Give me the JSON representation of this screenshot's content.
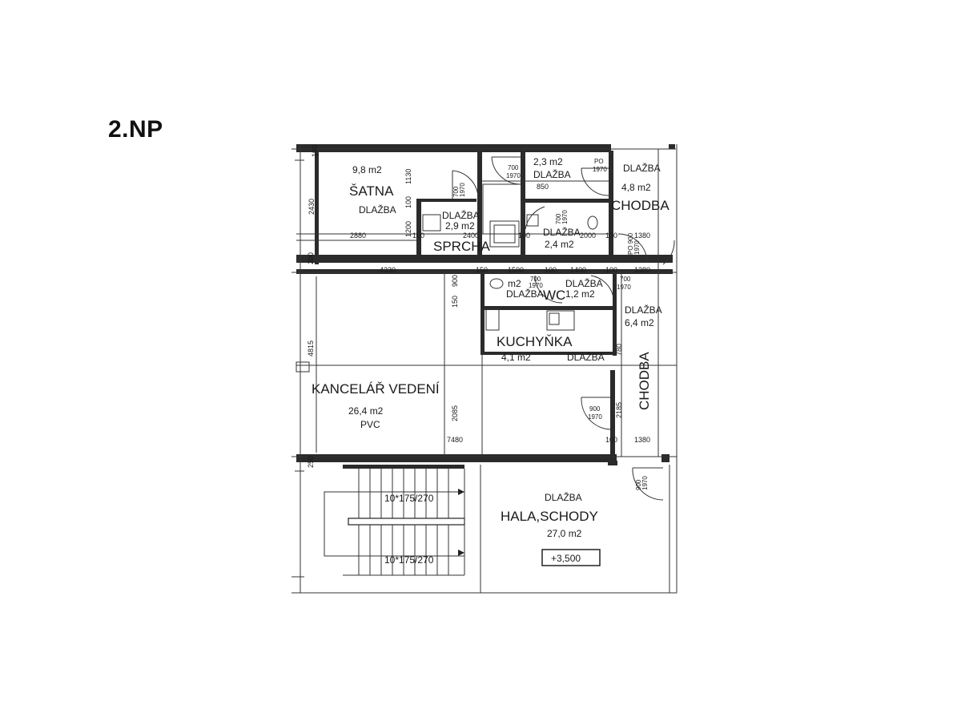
{
  "floor_label": "2.NP",
  "rooms": {
    "satna": {
      "name": "ŠATNA",
      "area": "9,8 m2",
      "floor": "DLAŽBA"
    },
    "sprcha": {
      "name": "SPRCHA",
      "area": "2,9 m2",
      "floor": "DLAŽBA"
    },
    "room_23": {
      "area": "2,3 m2",
      "floor": "DLAŽBA"
    },
    "room_24": {
      "area": "2,4 m2",
      "floor": "DLAŽBA"
    },
    "chodba_top": {
      "name": "CHODBA",
      "area": "4,8 m2",
      "floor": "DLAŽBA"
    },
    "wc": {
      "name": "WC",
      "area": "1,2 m2",
      "floor": "DLAŽBA",
      "area_partial": "m2",
      "floor_partial": "DLAŽBA"
    },
    "kuchynka": {
      "name": "KUCHYŇKA",
      "area": "4,1 m2",
      "floor": "DLAŽBA"
    },
    "chodba_right": {
      "name": "CHODBA",
      "area": "6,4 m2",
      "floor": "DLAŽBA"
    },
    "kancelar": {
      "name": "KANCELÁŘ VEDENÍ",
      "area": "26,4 m2",
      "floor": "PVC"
    },
    "hala": {
      "name": "HALA,SCHODY",
      "area": "27,0 m2",
      "floor": "DLAŽBA",
      "level": "+3,500"
    }
  },
  "stairs": {
    "upper": "10*175/270",
    "lower": "10*175/270"
  },
  "dimensions": {
    "d190": "190",
    "d2430": "2430",
    "d1130": "1130",
    "d100a": "100",
    "d1200": "1200",
    "d2880": "2880",
    "d100b": "100",
    "d2400": "2400",
    "d100c": "100",
    "d2000": "2000",
    "d100d": "100",
    "d1380a": "1380",
    "d850": "850",
    "d200": "200",
    "d4330": "4330",
    "d150a": "150",
    "d1500": "1500",
    "d100e": "100",
    "d1400": "1400",
    "d100f": "100",
    "d1380b": "1380",
    "d900": "900",
    "d150b": "150",
    "d4815": "4815",
    "d780": "780",
    "d2085": "2085",
    "d2185": "2185",
    "d7480": "7480",
    "d100g": "100",
    "d1380c": "1380",
    "d250": "250"
  },
  "doors": [
    {
      "w": "700",
      "h": "1970"
    },
    {
      "w": "PO",
      "h": "1970"
    },
    {
      "w": "700",
      "h": "1970"
    },
    {
      "w": "700",
      "h": "1970"
    },
    {
      "w": "PO 900",
      "h": "1970"
    },
    {
      "w": "700",
      "h": "1970"
    },
    {
      "w": "700",
      "h": "1970"
    },
    {
      "w": "900",
      "h": "1970"
    },
    {
      "w": "900",
      "h": "1970"
    }
  ],
  "colors": {
    "wall": "#2b2b2b",
    "line": "#222222",
    "background": "#ffffff"
  }
}
